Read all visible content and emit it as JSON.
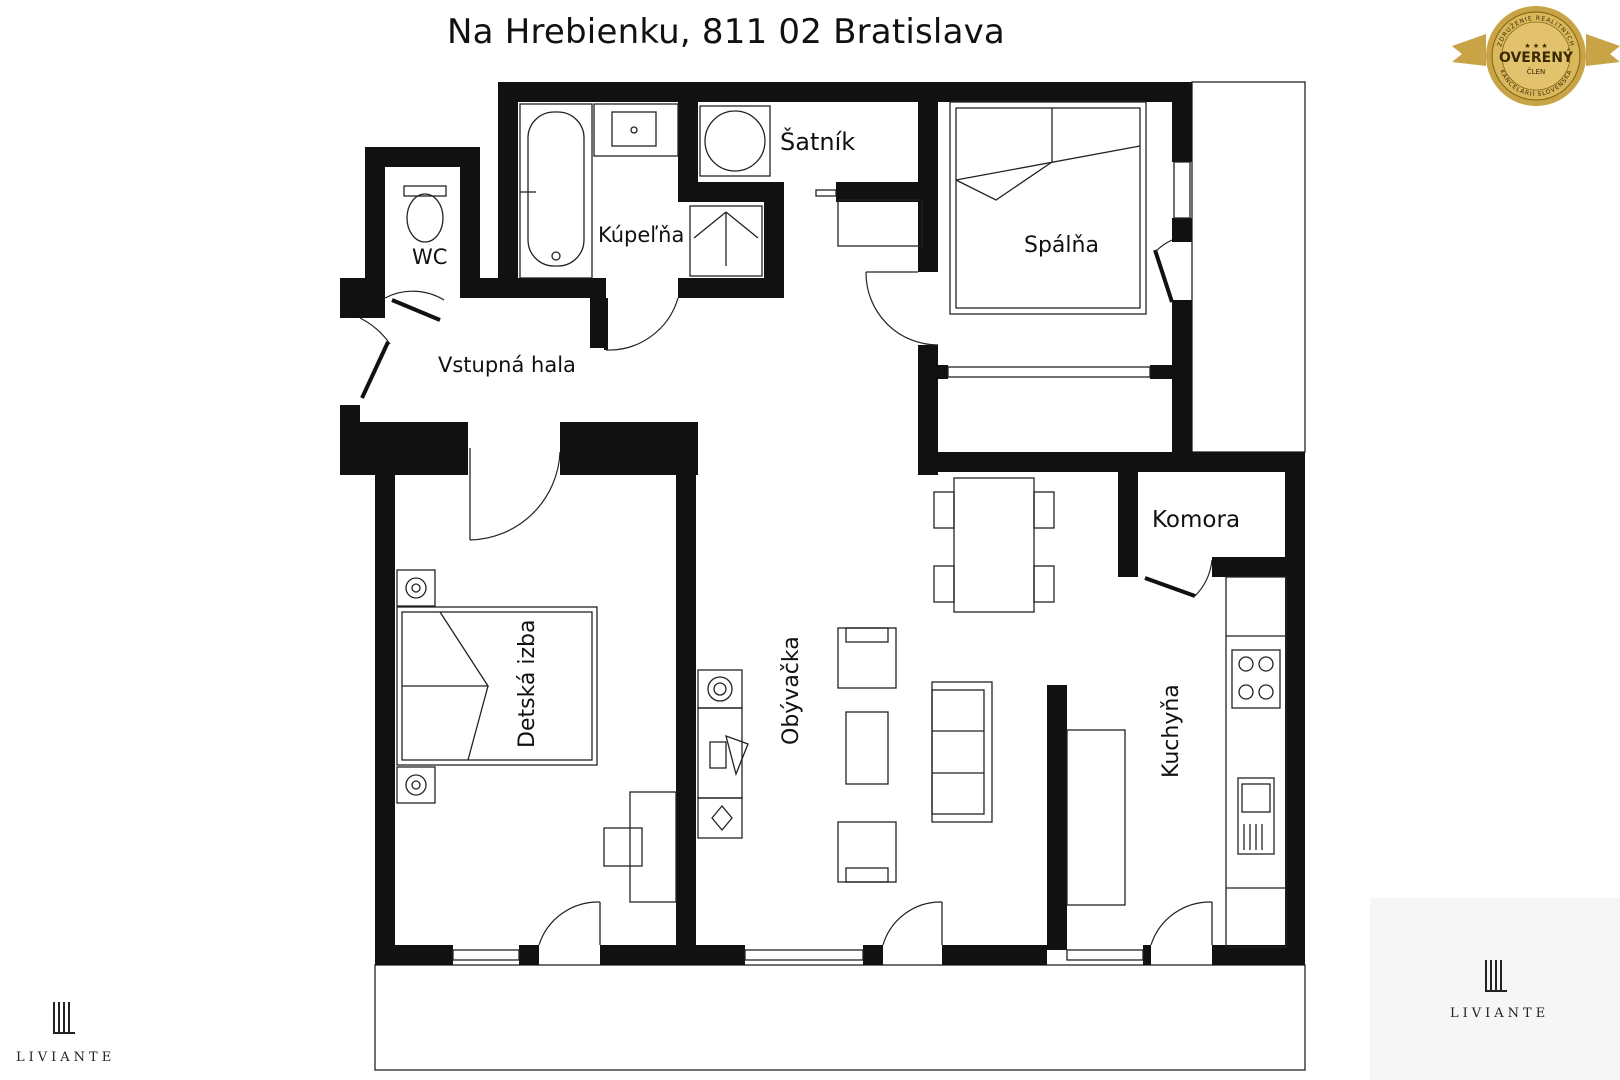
{
  "title": "Na Hrebienku, 811 02 Bratislava",
  "badge": {
    "top_arc": "ZDRUŽENIE REALITNÝCH",
    "main": "OVERENÝ",
    "stars": "★ ★ ★",
    "sub": "ČLEN",
    "bottom_arc": "KANCELÁRIÍ SLOVENSKA"
  },
  "brand": {
    "name": "LIVIANTE"
  },
  "rooms": {
    "wc": "WC",
    "kupelna": "Kúpeľňa",
    "satnik": "Šatník",
    "spalna": "Spálňa",
    "vstupna_hala": "Vstupná hala",
    "detska_izba": "Detská izba",
    "obyvacka": "Obývačka",
    "komora": "Komora",
    "kuchyna": "Kuchyňa"
  },
  "colors": {
    "wall": "#111111",
    "badge_gold": "#c9a447",
    "badge_text": "#3a2a05"
  }
}
